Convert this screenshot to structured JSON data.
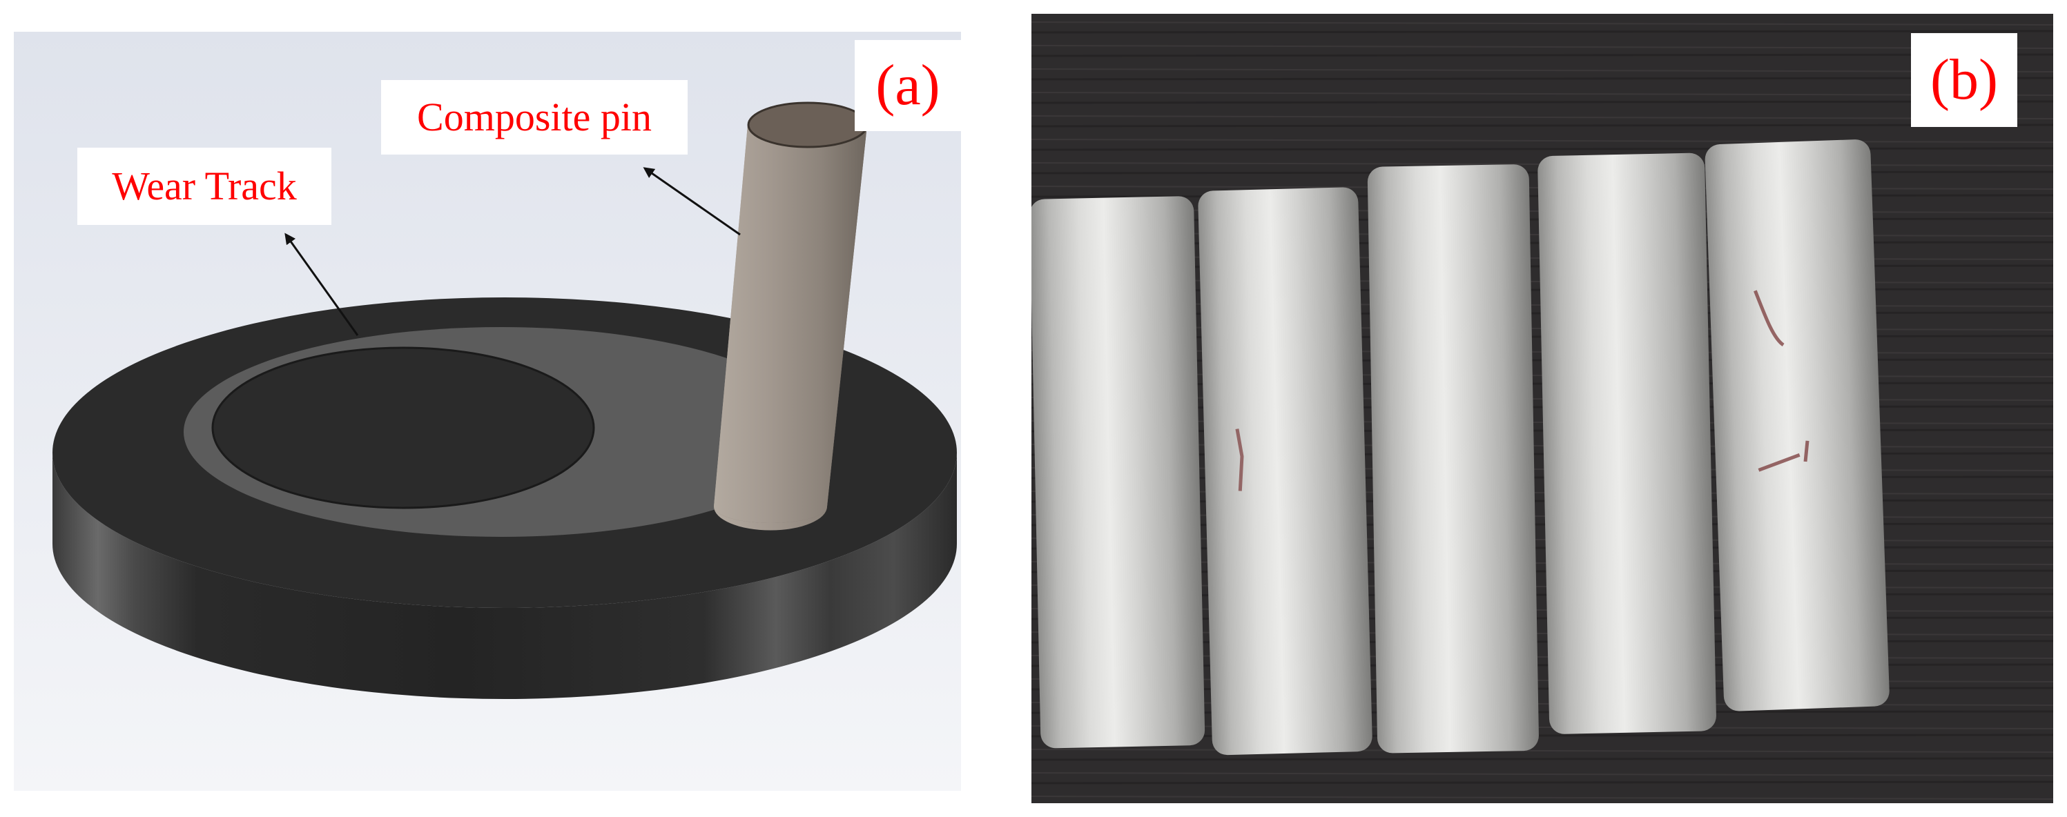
{
  "panel_a": {
    "tag": "(a)",
    "labels": {
      "wear_track": "Wear Track",
      "composite_pin": "Composite pin"
    },
    "colors": {
      "label_text": "#ff0000",
      "disc_top": "#2b2b2b",
      "wear_track": "#5c5c5c",
      "pin": "#a89e94",
      "background": "#e4e7ee"
    }
  },
  "panel_b": {
    "tag": "(b)",
    "pin_count": 5,
    "colors": {
      "background": "#2c2a2b",
      "pin_metal": "#c8c8c6"
    }
  }
}
